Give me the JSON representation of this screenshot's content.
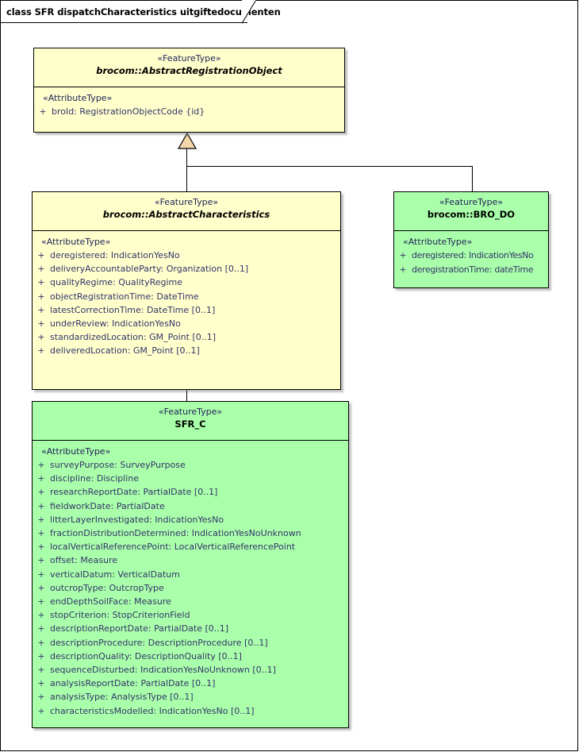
{
  "diagram": {
    "title": "class SFR dispatchCharacteristics uitgiftedocumenten",
    "colors": {
      "abstract_fill": "#ffffcc",
      "concrete_fill": "#aaffaa",
      "border": "#000000",
      "attribute_text": "#33336b",
      "stereotype_text": "#22225a",
      "generalization_arrow_fill": "#f5d6a8"
    }
  },
  "classes": [
    {
      "id": "abstract-registration-object",
      "stereotype": "«FeatureType»",
      "name": "brocom::AbstractRegistrationObject",
      "abstract": true,
      "fill": "abstract",
      "compartment_stereotype": "«AttributeType»",
      "attributes": [
        {
          "visibility": "+",
          "text": "broId: RegistrationObjectCode {id}"
        }
      ]
    },
    {
      "id": "abstract-characteristics",
      "stereotype": "«FeatureType»",
      "name": "brocom::AbstractCharacteristics",
      "abstract": true,
      "fill": "abstract",
      "compartment_stereotype": "«AttributeType»",
      "attributes": [
        {
          "visibility": "+",
          "text": "deregistered: IndicationYesNo"
        },
        {
          "visibility": "+",
          "text": "deliveryAccountableParty: Organization [0..1]"
        },
        {
          "visibility": "+",
          "text": "qualityRegime: QualityRegime"
        },
        {
          "visibility": "+",
          "text": "objectRegistrationTime: DateTime"
        },
        {
          "visibility": "+",
          "text": "latestCorrectionTime: DateTime [0..1]"
        },
        {
          "visibility": "+",
          "text": "underReview: IndicationYesNo"
        },
        {
          "visibility": "+",
          "text": "standardizedLocation: GM_Point [0..1]"
        },
        {
          "visibility": "+",
          "text": "deliveredLocation: GM_Point [0..1]"
        }
      ]
    },
    {
      "id": "bro-do",
      "stereotype": "«FeatureType»",
      "name": "brocom::BRO_DO",
      "abstract": false,
      "fill": "concrete",
      "compartment_stereotype": "«AttributeType»",
      "attributes": [
        {
          "visibility": "+",
          "text": "deregistered: IndicationYesNo"
        },
        {
          "visibility": "+",
          "text": "deregistrationTime: dateTime"
        }
      ]
    },
    {
      "id": "sfr-c",
      "stereotype": "«FeatureType»",
      "name": "SFR_C",
      "abstract": false,
      "fill": "concrete",
      "compartment_stereotype": "«AttributeType»",
      "attributes": [
        {
          "visibility": "+",
          "text": "surveyPurpose: SurveyPurpose"
        },
        {
          "visibility": "+",
          "text": "discipline: Discipline"
        },
        {
          "visibility": "+",
          "text": "researchReportDate: PartialDate [0..1]"
        },
        {
          "visibility": "+",
          "text": "fieldworkDate: PartialDate"
        },
        {
          "visibility": "+",
          "text": "litterLayerInvestigated: IndicationYesNo"
        },
        {
          "visibility": "+",
          "text": "fractionDistributionDetermined: IndicationYesNoUnknown"
        },
        {
          "visibility": "+",
          "text": "localVerticalReferencePoint: LocalVerticalReferencePoint"
        },
        {
          "visibility": "+",
          "text": "offset: Measure"
        },
        {
          "visibility": "+",
          "text": "verticalDatum: VerticalDatum"
        },
        {
          "visibility": "+",
          "text": "outcropType: OutcropType"
        },
        {
          "visibility": "+",
          "text": "endDepthSoilFace: Measure"
        },
        {
          "visibility": "+",
          "text": "stopCriterion: StopCriterionField"
        },
        {
          "visibility": "+",
          "text": "descriptionReportDate: PartialDate [0..1]"
        },
        {
          "visibility": "+",
          "text": "descriptionProcedure: DescriptionProcedure [0..1]"
        },
        {
          "visibility": "+",
          "text": "descriptionQuality: DescriptionQuality [0..1]"
        },
        {
          "visibility": "+",
          "text": "sequenceDisturbed: IndicationYesNoUnknown [0..1]"
        },
        {
          "visibility": "+",
          "text": "analysisReportDate: PartialDate [0..1]"
        },
        {
          "visibility": "+",
          "text": "analysisType: AnalysisType [0..1]"
        },
        {
          "visibility": "+",
          "text": "characteristicsModelled: IndicationYesNo [0..1]"
        }
      ]
    }
  ],
  "relationships": [
    {
      "type": "generalization",
      "from": "abstract-characteristics",
      "to": "abstract-registration-object"
    },
    {
      "type": "generalization",
      "from": "bro-do",
      "to": "abstract-registration-object"
    },
    {
      "type": "generalization",
      "from": "sfr-c",
      "to": "abstract-characteristics"
    }
  ]
}
